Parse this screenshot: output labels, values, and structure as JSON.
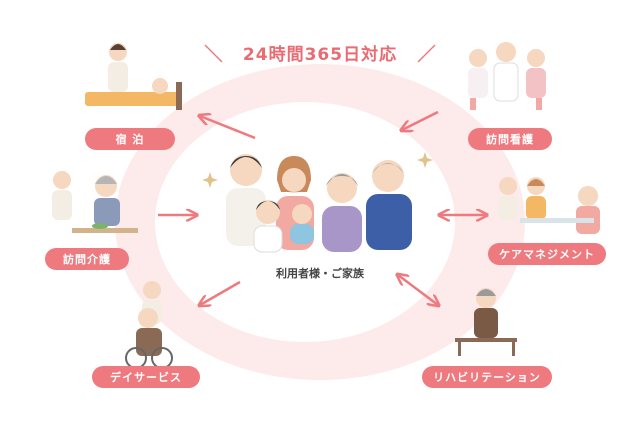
{
  "header": {
    "title": "24時間365日対応"
  },
  "center": {
    "label": "利用者様・ご家族"
  },
  "services": {
    "stay": "宿 泊",
    "home_nursing": "訪問看護",
    "home_care": "訪問介護",
    "care_management": "ケアマネジメント",
    "day_service": "デイサービス",
    "rehabilitation": "リハビリテーション"
  },
  "colors": {
    "accent": "#ee7a7f",
    "ring": "#fde9e9",
    "title": "#ea6c73"
  }
}
